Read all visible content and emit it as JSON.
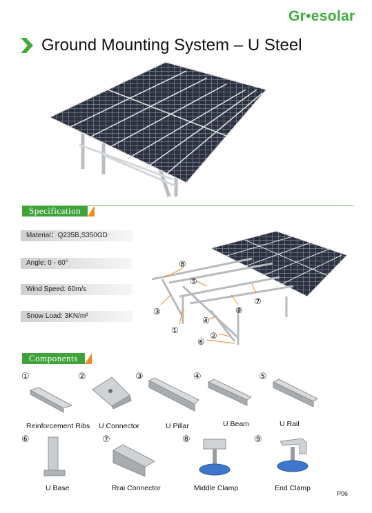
{
  "brand": {
    "logo": "Gr•esolar"
  },
  "page": {
    "title": "Ground Mounting System – U Steel",
    "number": "P06"
  },
  "sections": {
    "specification": "Specification",
    "components": "Components"
  },
  "specs": [
    "Material：Q235B,S350GD",
    "Angle: 0 - 60°",
    "Wind Speed: 60m/s",
    "Snow Load: 3KN/m²"
  ],
  "diagram_callouts": [
    "⑧",
    "⑤",
    "③",
    "①",
    "⑦",
    "⑨",
    "④",
    "②",
    "⑥"
  ],
  "components": [
    {
      "num": "①",
      "label": "Reinforcement Ribs"
    },
    {
      "num": "②",
      "label": "U Connector"
    },
    {
      "num": "③",
      "label": "U Pillar"
    },
    {
      "num": "④",
      "label": "U Beam"
    },
    {
      "num": "⑤",
      "label": "U Rail"
    },
    {
      "num": "⑥",
      "label": "U Base"
    },
    {
      "num": "⑦",
      "label": "Rrai Connector"
    },
    {
      "num": "⑧",
      "label": "Middle Clamp"
    },
    {
      "num": "⑨",
      "label": "End Clamp"
    }
  ],
  "colors": {
    "brand_green": "#3cae3a",
    "accent_orange": "#f08a1d",
    "panel_dark": "#2b2f3a",
    "steel": "#c9ccd0"
  }
}
